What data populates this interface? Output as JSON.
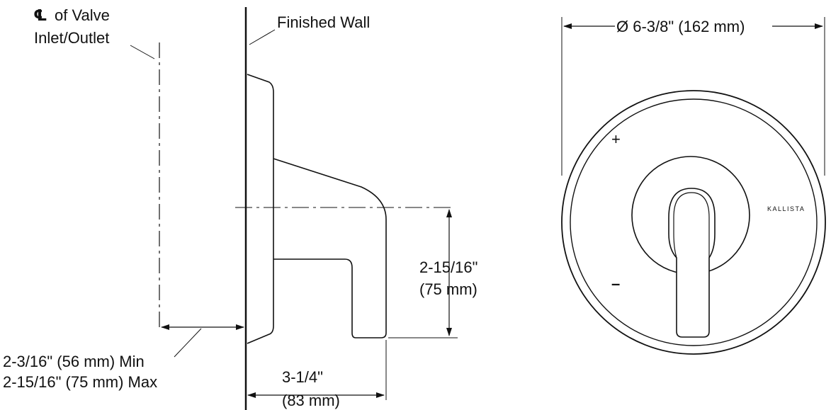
{
  "side_view": {
    "centerline_symbol": "℄",
    "centerline_text": "of Valve",
    "centerline_text_2": "Inlet/Outlet",
    "finished_wall": "Finished Wall",
    "depth_min": "2-3/16\" (56 mm) Min",
    "depth_max": "2-15/16\" (75 mm) Max",
    "handle_height_in": "2-15/16\"",
    "handle_height_mm": "(75 mm)",
    "projection_in": "3-1/4\"",
    "projection_mm": "(83 mm)"
  },
  "front_view": {
    "diameter": "Ø 6-3/8\" (162 mm)",
    "plus_mark": "+",
    "minus_mark": "–",
    "brand": "KALLISTA"
  }
}
